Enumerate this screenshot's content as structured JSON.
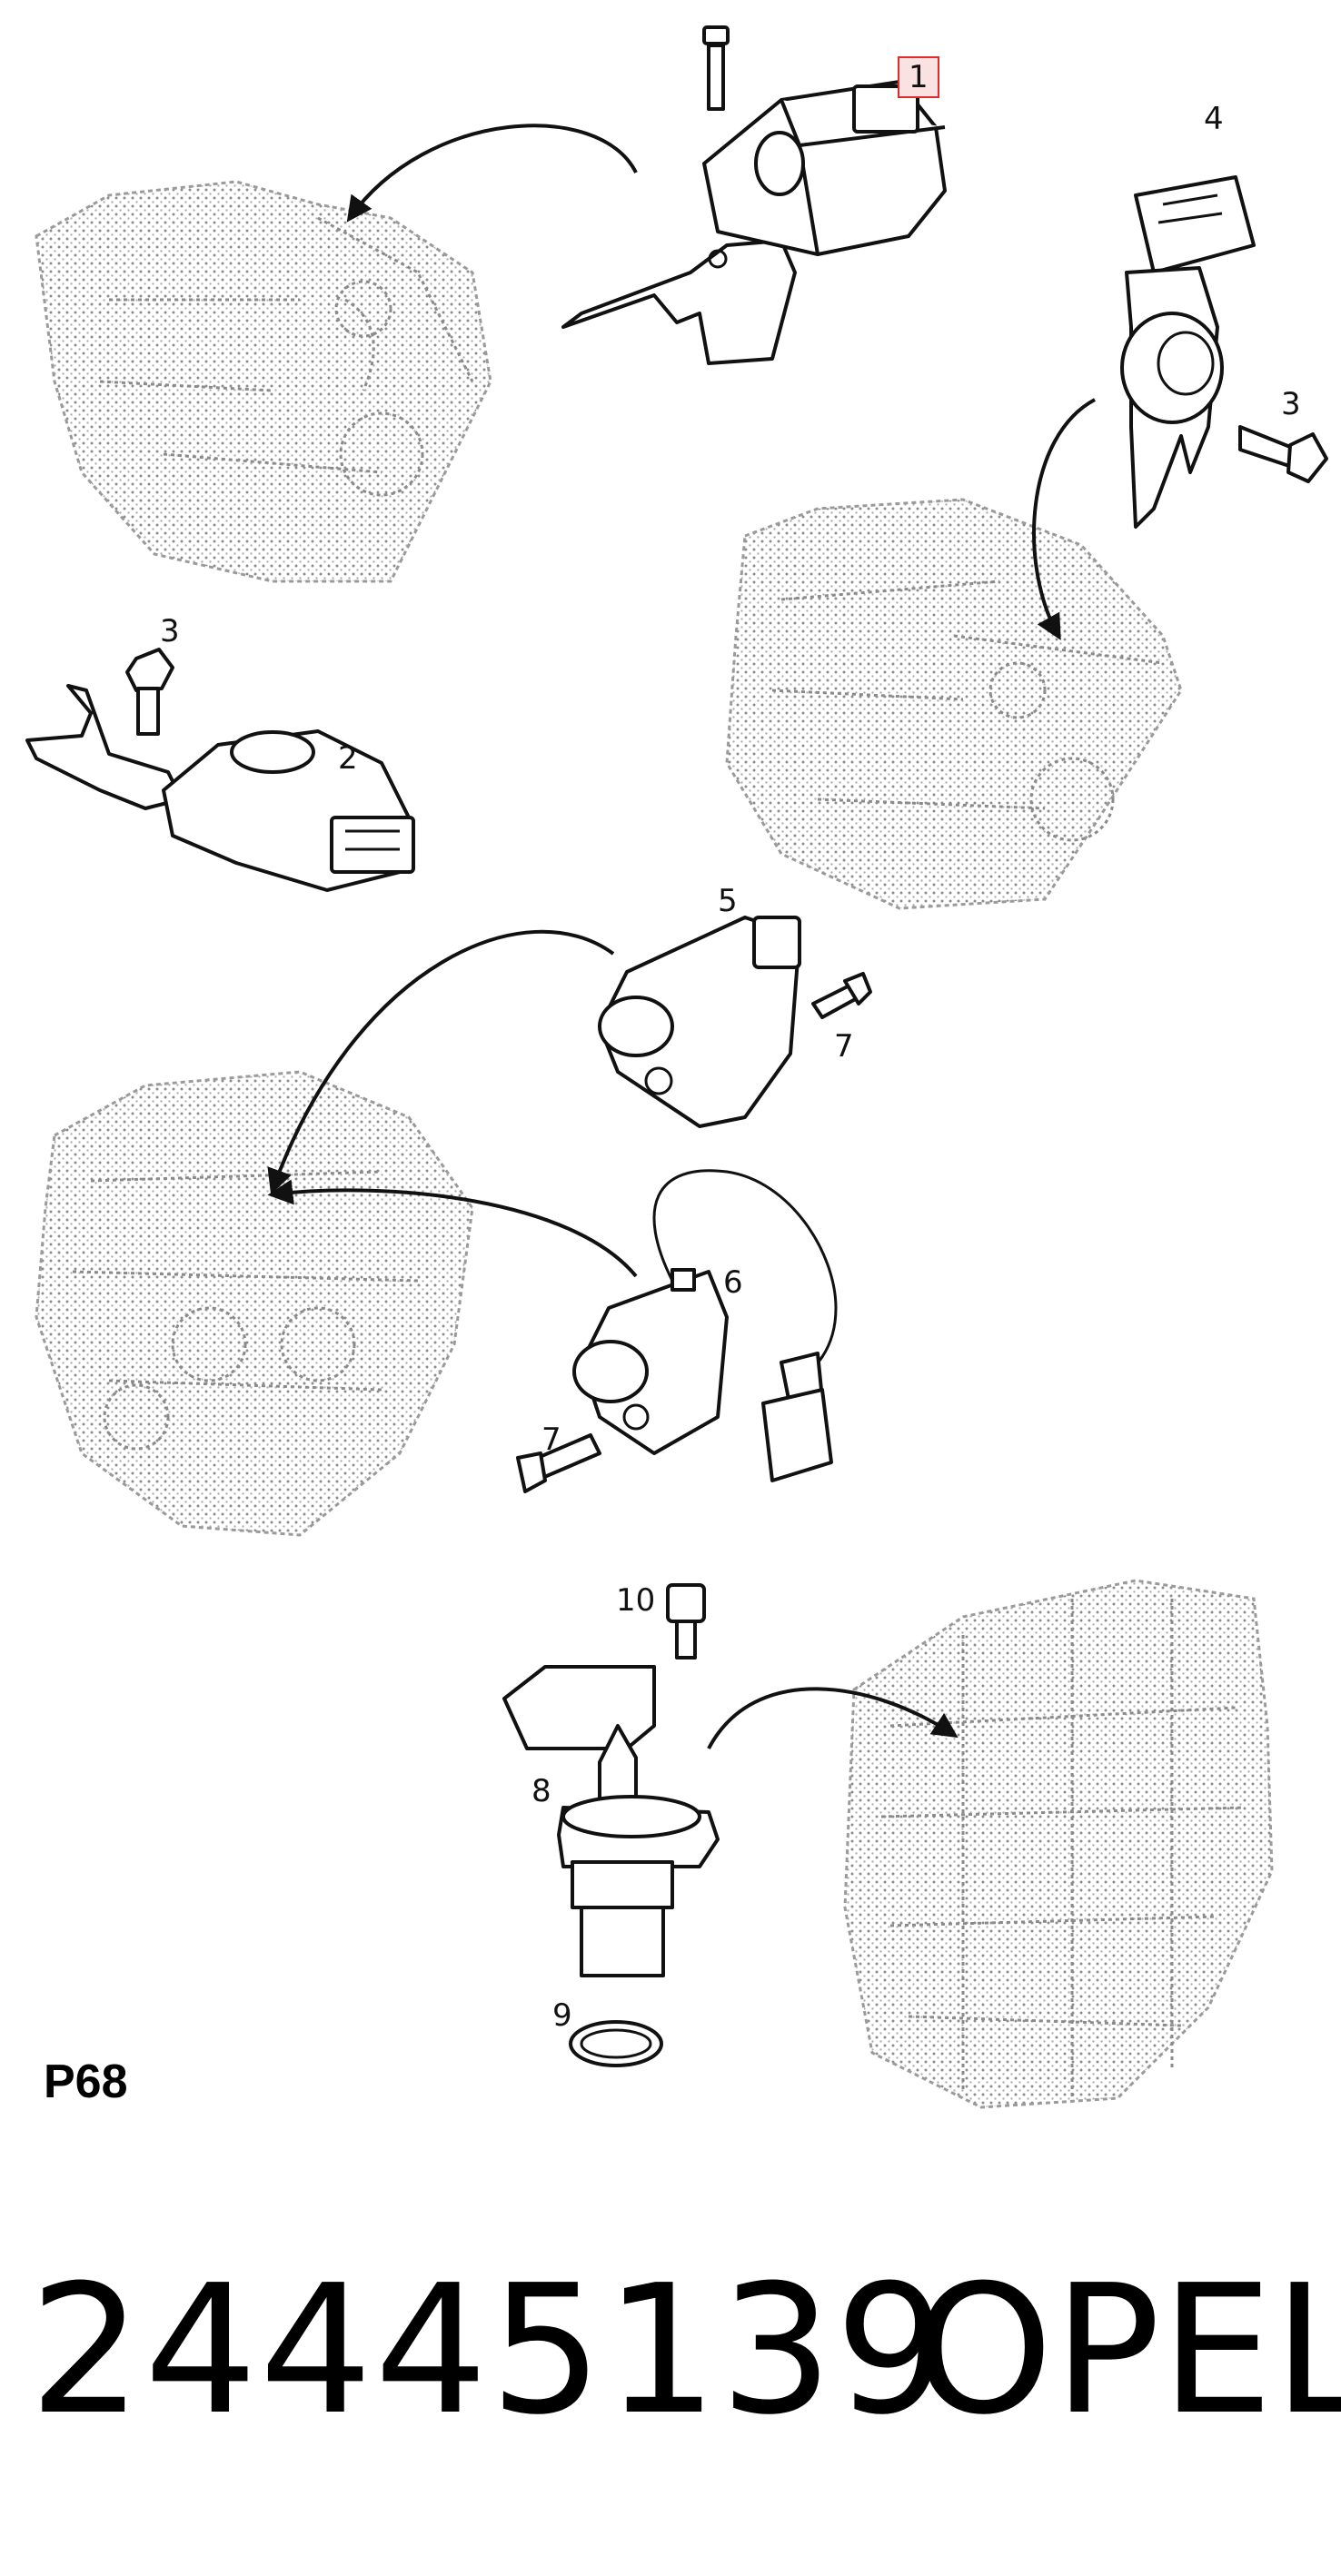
{
  "callouts": {
    "c1": "1",
    "c2": "2",
    "c3a": "3",
    "c3b": "3",
    "c4": "4",
    "c5": "5",
    "c6": "6",
    "c7a": "7",
    "c7b": "7",
    "c8": "8",
    "c9": "9",
    "c10": "10"
  },
  "highlight_color": "#e02b2b",
  "page_code": "P68",
  "footer": {
    "part_number": "24445139",
    "brand": "OPEL"
  }
}
